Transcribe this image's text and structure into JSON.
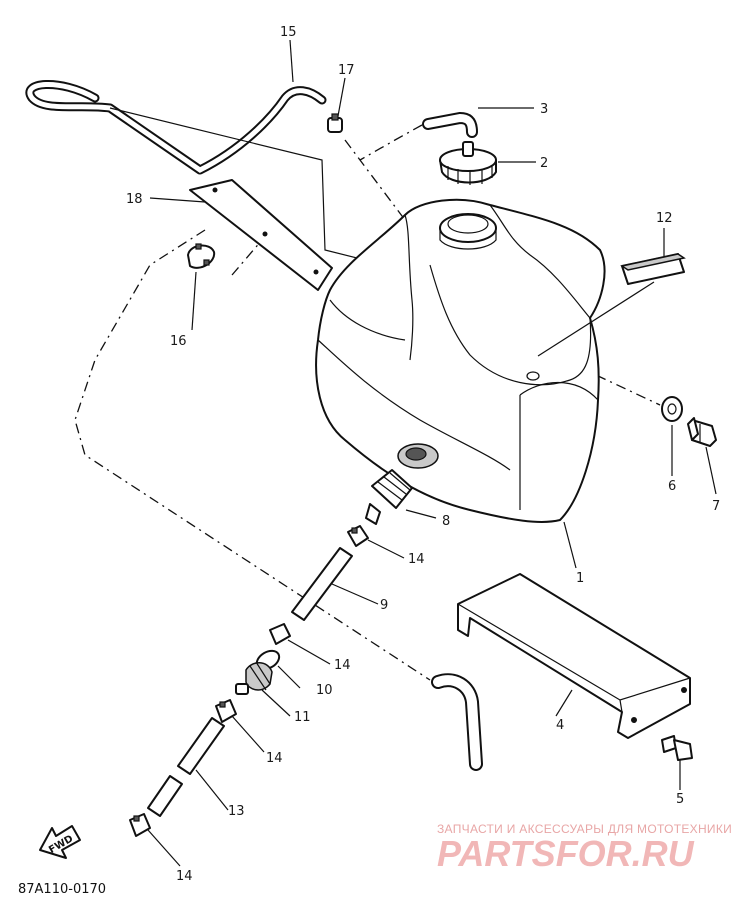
{
  "diagram": {
    "code": "87A110-0170",
    "fwd_label": "FWD"
  },
  "callouts": [
    {
      "id": "1",
      "label": "1"
    },
    {
      "id": "2",
      "label": "2"
    },
    {
      "id": "3",
      "label": "3"
    },
    {
      "id": "4",
      "label": "4"
    },
    {
      "id": "5",
      "label": "5"
    },
    {
      "id": "6",
      "label": "6"
    },
    {
      "id": "7",
      "label": "7"
    },
    {
      "id": "8",
      "label": "8"
    },
    {
      "id": "9",
      "label": "9"
    },
    {
      "id": "10",
      "label": "10"
    },
    {
      "id": "11",
      "label": "11"
    },
    {
      "id": "12",
      "label": "12"
    },
    {
      "id": "13",
      "label": "13"
    },
    {
      "id": "14a",
      "label": "14"
    },
    {
      "id": "14b",
      "label": "14"
    },
    {
      "id": "14c",
      "label": "14"
    },
    {
      "id": "14d",
      "label": "14"
    },
    {
      "id": "15",
      "label": "15"
    },
    {
      "id": "16",
      "label": "16"
    },
    {
      "id": "17",
      "label": "17"
    },
    {
      "id": "18",
      "label": "18"
    }
  ],
  "watermark": {
    "tagline": "ЗАПЧАСТИ И АКСЕССУАРЫ ДЛЯ МОТОТЕХНИКИ",
    "brand": "PARTSFOR.RU"
  }
}
